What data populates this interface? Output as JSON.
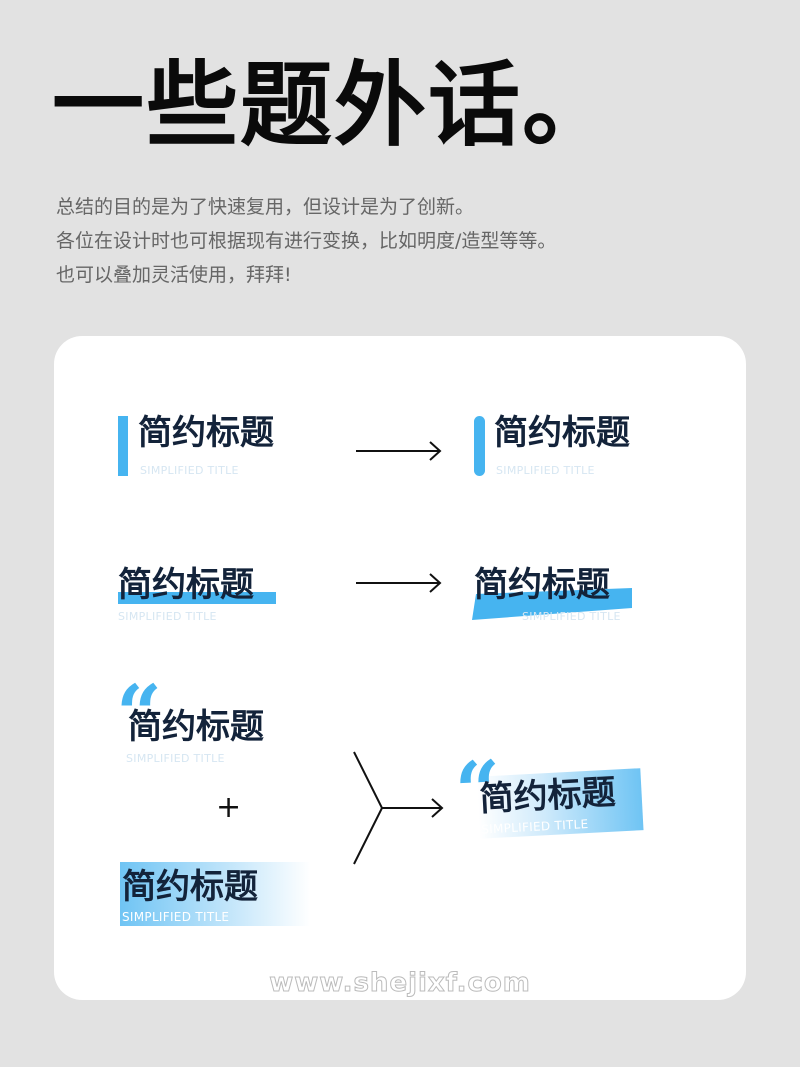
{
  "headline": "一些题外话。",
  "description": [
    "总结的目的是为了快速复用，但设计是为了创新。",
    "各位在设计时也可根据现有进行变换，比如明度/造型等等。",
    "也可以叠加灵活使用，拜拜!"
  ],
  "examples": {
    "title": "简约标题",
    "subtitle": "SIMPLIFIED TITLE",
    "plus": "+",
    "quote_mark": "“"
  },
  "colors": {
    "accent": "#46b4f0",
    "title": "#13233a",
    "background": "#e2e2e2",
    "card": "#ffffff"
  },
  "watermark": "www.shejixf.com"
}
